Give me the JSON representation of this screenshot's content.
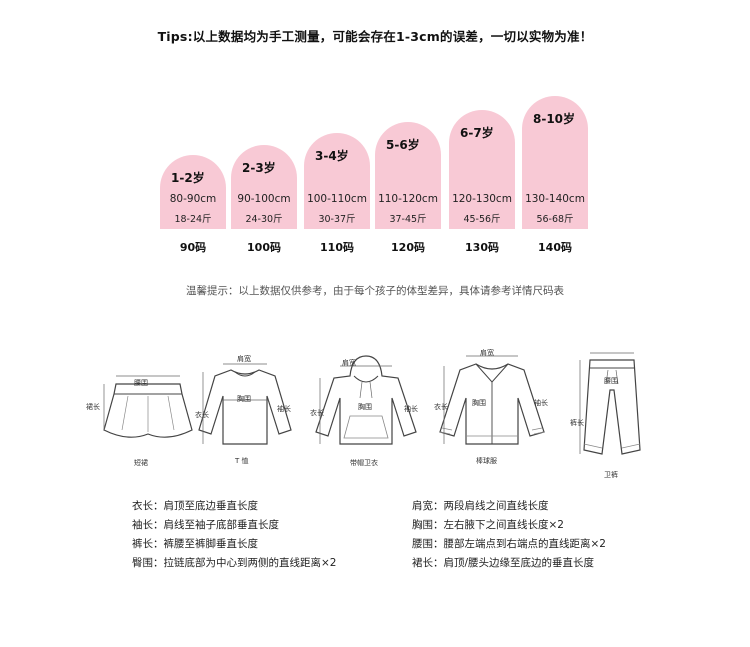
{
  "tips": "Tips:以上数据均为手工测量，可能会存在1-3cm的误差，一切以实物为准！",
  "sizes": [
    {
      "age": "1-2岁",
      "height": "80-90cm",
      "weight": "18-24斤",
      "code": "90码"
    },
    {
      "age": "2-3岁",
      "height": "90-100cm",
      "weight": "24-30斤",
      "code": "100码"
    },
    {
      "age": "3-4岁",
      "height": "100-110cm",
      "weight": "30-37斤",
      "code": "110码"
    },
    {
      "age": "5-6岁",
      "height": "110-120cm",
      "weight": "37-45斤",
      "code": "120码"
    },
    {
      "age": "6-7岁",
      "height": "120-130cm",
      "weight": "45-56斤",
      "code": "130码"
    },
    {
      "age": "8-10岁",
      "height": "130-140cm",
      "weight": "56-68斤",
      "code": "140码"
    }
  ],
  "note": "温馨提示：以上数据仅供参考，由于每个孩子的体型差异，具体请参考详情尺码表",
  "garments": [
    {
      "name": "短裙",
      "labels": [
        "腰围",
        "裙长"
      ]
    },
    {
      "name": "T 恤",
      "labels": [
        "肩宽",
        "胸围",
        "衣长",
        "袖长"
      ]
    },
    {
      "name": "带帽卫衣",
      "labels": [
        "肩宽",
        "胸围",
        "衣长",
        "袖长"
      ]
    },
    {
      "name": "棒球服",
      "labels": [
        "肩宽",
        "胸围",
        "衣长",
        "袖长"
      ]
    },
    {
      "name": "卫裤",
      "labels": [
        "腰围",
        "裤长"
      ]
    }
  ],
  "definitions_left": [
    "衣长：肩顶至底边垂直长度",
    "袖长：肩线至袖子底部垂直长度",
    "裤长：裤腰至裤脚垂直长度",
    "臀围：拉链底部为中心到两侧的直线距离×2"
  ],
  "definitions_right": [
    "肩宽：两段肩线之间直线长度",
    "胸围：左右腋下之间直线长度×2",
    "腰围：腰部左端点到右端点的直线距离×2",
    "裙长：肩顶/腰头边缘至底边的垂直长度"
  ],
  "colors": {
    "pill": "#f8c9d5",
    "text": "#222222",
    "line": "#444444"
  }
}
